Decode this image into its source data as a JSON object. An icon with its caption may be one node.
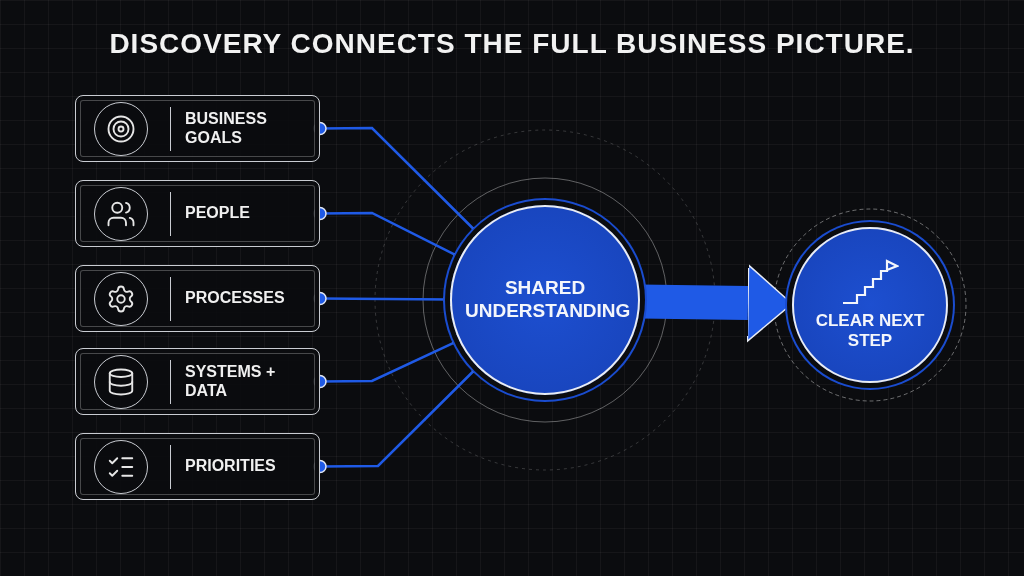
{
  "diagram": {
    "title": "DISCOVERY CONNECTS THE FULL BUSINESS PICTURE.",
    "nodes": [
      {
        "text": [
          "BUSINESS GOALS"
        ]
      },
      {
        "text": [
          "PEOPLE"
        ]
      },
      {
        "text": [
          "PROCESSES"
        ]
      },
      {
        "text": [
          "SYSTEMS + DATA"
        ]
      },
      {
        "text": [
          "PRIORITIES"
        ]
      },
      {
        "text": [
          "SHARED UNDERSTANDING"
        ]
      },
      {
        "text": [
          "CLEAR NEXT STEP"
        ]
      }
    ],
    "edges": [
      {
        "from": 0,
        "to": 5,
        "arrow": "other"
      },
      {
        "from": 1,
        "to": 5,
        "arrow": "other"
      },
      {
        "from": 2,
        "to": 5,
        "arrow": "other"
      },
      {
        "from": 3,
        "to": 5,
        "arrow": "other"
      },
      {
        "from": 4,
        "to": 5,
        "arrow": "other"
      },
      {
        "from": 5,
        "to": 6,
        "arrow": "to",
        "style": "thick"
      }
    ]
  }
}
